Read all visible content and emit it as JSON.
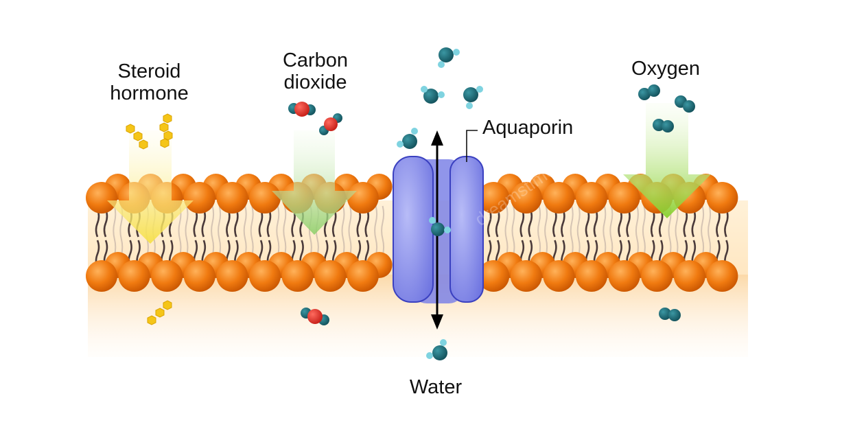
{
  "labels": {
    "steroid": "Steroid\nhormone",
    "co2": "Carbon\ndioxide",
    "aquaporin": "Aquaporin",
    "water": "Water",
    "oxygen": "Oxygen"
  },
  "watermark": "dreamstime",
  "colors": {
    "lipid_head": "#f07a10",
    "lipid_tail": "#4a3a3a",
    "cytoplasm": "#fde7c6",
    "channel_protein": "#8f95ee",
    "steroid_molecule": "#f5c518",
    "steroid_arrow": "#f6e04a",
    "co2_arrow": "#9ad67a",
    "oxygen_arrow": "#8fd63a",
    "oxygen_atom": "#1f6f78",
    "hydrogen_atom": "#7fd3e0",
    "carbon_dioxide_center": "#e8332a"
  },
  "icons": [
    "steroid-molecule-icon",
    "co2-molecule-icon",
    "oxygen-molecule-icon",
    "water-molecule-icon",
    "bidirectional-arrow-icon"
  ]
}
